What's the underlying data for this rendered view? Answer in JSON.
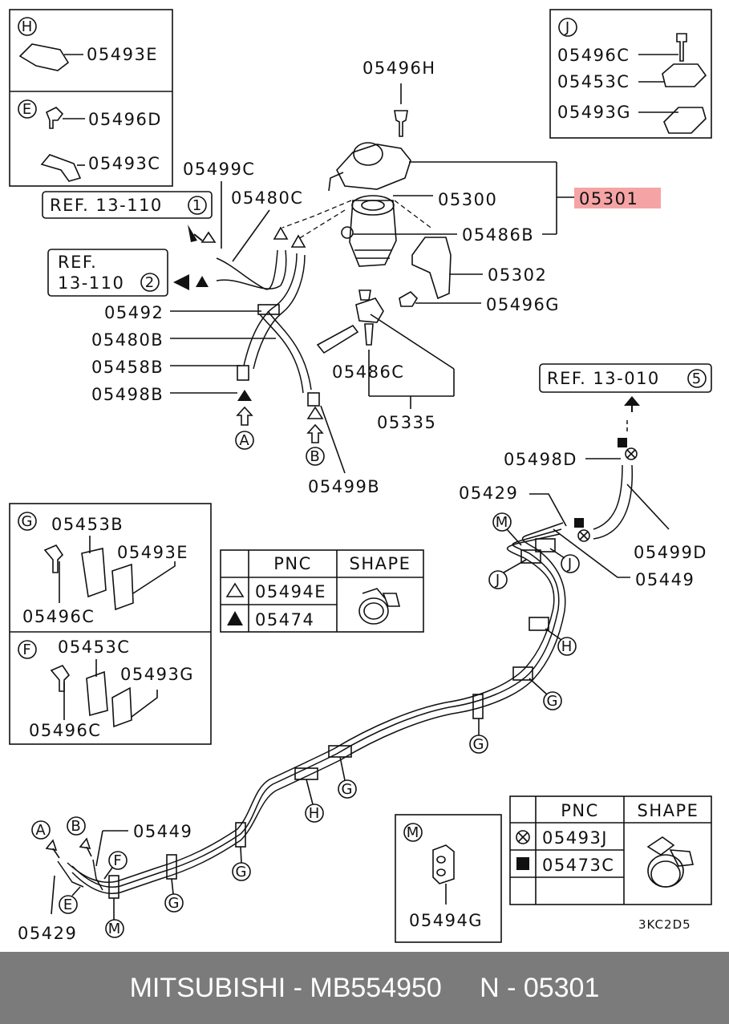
{
  "footer": {
    "caption": "MITSUBISHI - MB554950     N - 05301"
  },
  "highlight_color": "#f5a4a6",
  "boxes": {
    "H": {
      "letter": "H",
      "parts": [
        "05493E"
      ]
    },
    "E": {
      "letter": "E",
      "parts": [
        "05496D",
        "05493C"
      ]
    },
    "J": {
      "letter": "J",
      "parts": [
        "05496C",
        "05453C",
        "05493G"
      ]
    },
    "G": {
      "letter": "G",
      "parts": [
        "05453B",
        "05493E",
        "05496C"
      ]
    },
    "F": {
      "letter": "F",
      "parts": [
        "05453C",
        "05493G",
        "05496C"
      ]
    },
    "M": {
      "letter": "M",
      "parts": [
        "05494G"
      ]
    }
  },
  "refs": {
    "ref1": "REF. 13-110",
    "ref1_num": "1",
    "ref2_line1": "REF.",
    "ref2_line2": "13-110",
    "ref2_num": "2",
    "ref5": "REF. 13-010",
    "ref5_num": "5"
  },
  "parts": {
    "p05496H": "05496H",
    "p05499C": "05499C",
    "p05480C": "05480C",
    "p05300": "05300",
    "p05301": "05301",
    "p05486B": "05486B",
    "p05302": "05302",
    "p05496G": "05496G",
    "p05492": "05492",
    "p05480B": "05480B",
    "p05458B": "05458B",
    "p05498B": "05498B",
    "p05486C": "05486C",
    "p05335": "05335",
    "p05499B": "05499B",
    "p05498D": "05498D",
    "p05429a": "05429",
    "p05499D": "05499D",
    "p05449a": "05449",
    "p05449b": "05449",
    "p05429b": "05429"
  },
  "callouts": {
    "A": "A",
    "B": "B",
    "E": "E",
    "F": "F",
    "G": "G",
    "H": "H",
    "J": "J",
    "M": "M"
  },
  "table1": {
    "col_pnc": "PNC",
    "col_shape": "SHAPE",
    "rows": [
      {
        "symbol": "open-triangle",
        "pnc": "05494E"
      },
      {
        "symbol": "filled-triangle",
        "pnc": "05474"
      }
    ]
  },
  "table2": {
    "col_pnc": "PNC",
    "col_shape": "SHAPE",
    "rows": [
      {
        "symbol": "cross-circle",
        "pnc": "05493J"
      },
      {
        "symbol": "filled-square",
        "pnc": "05473C"
      }
    ]
  },
  "diagram_code": "3KC2D5"
}
